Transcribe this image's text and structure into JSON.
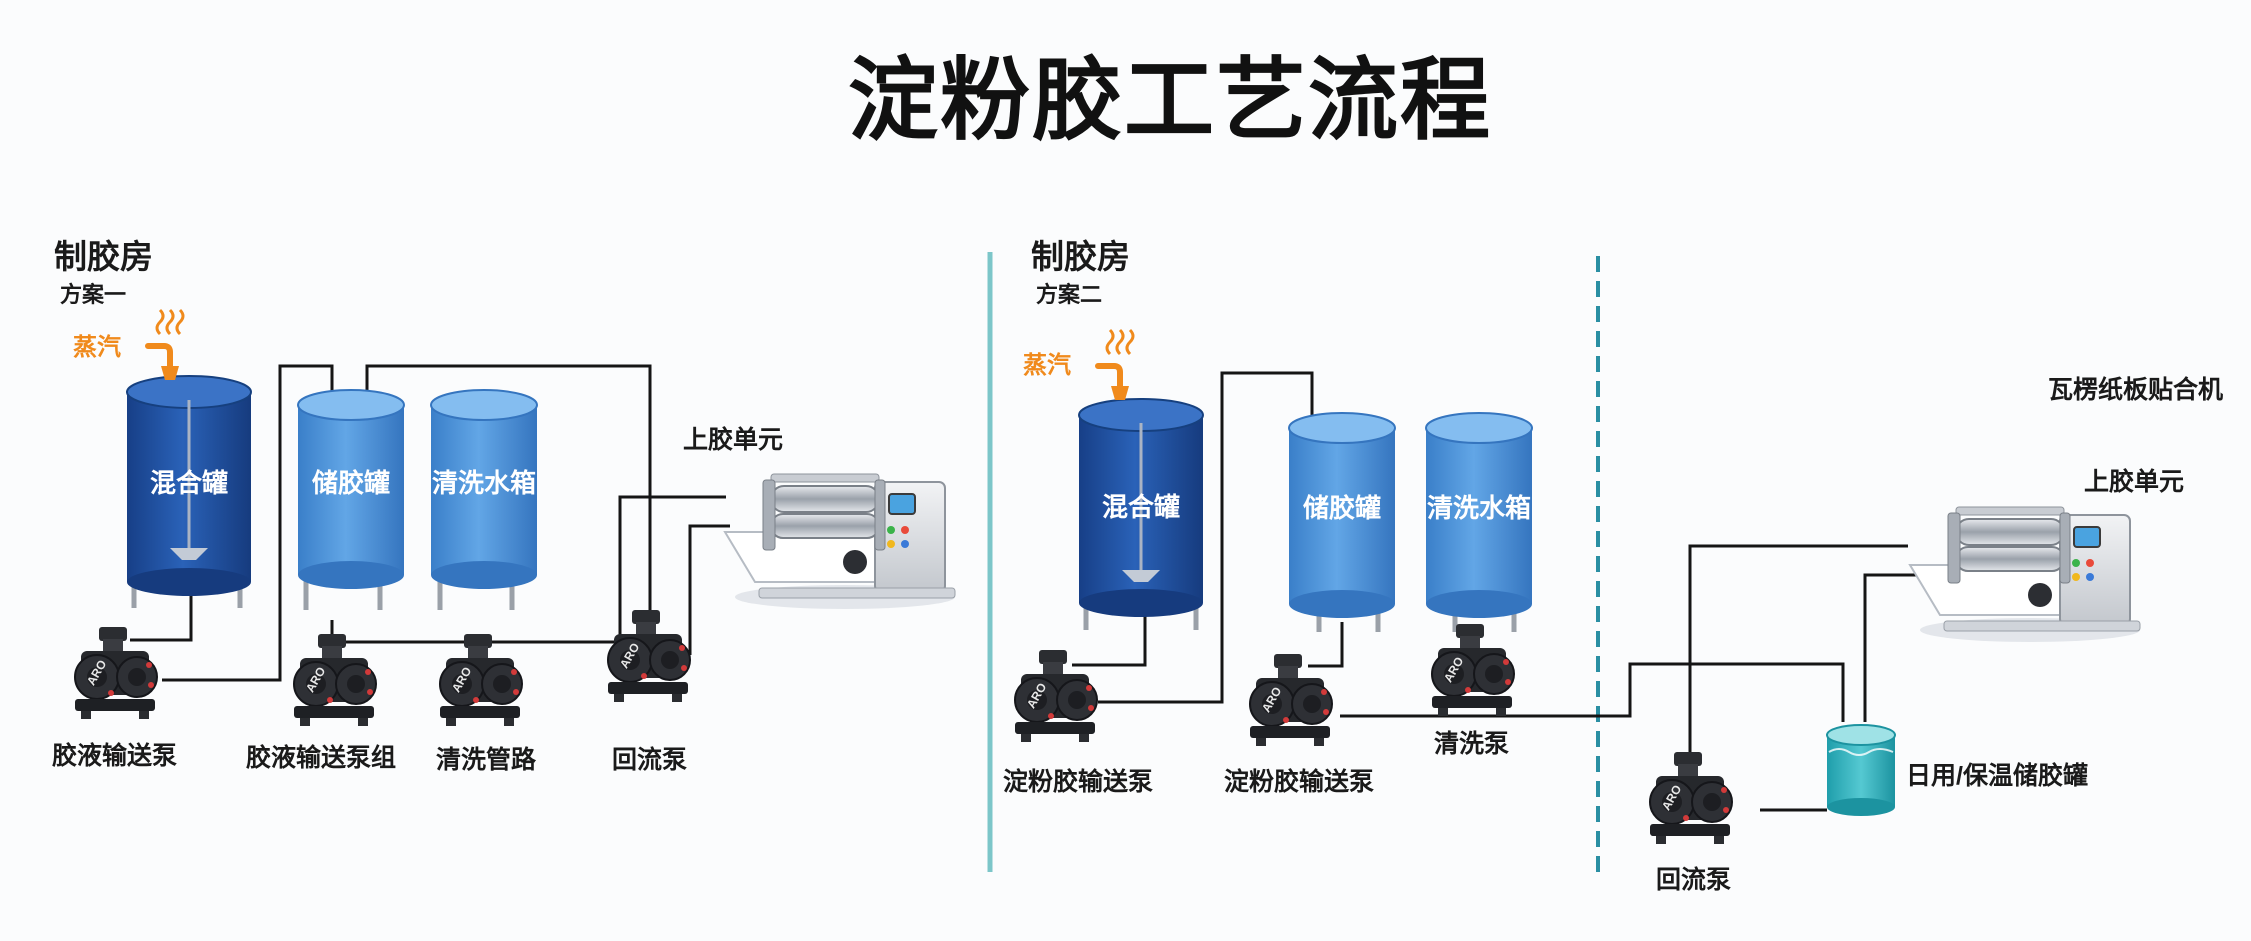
{
  "title": "淀粉胶工艺流程",
  "left": {
    "section": "制胶房",
    "plan": "方案一",
    "steam": "蒸汽",
    "tanks": [
      "混合罐",
      "储胶罐",
      "清洗水箱"
    ],
    "pumps": [
      "胶液输送泵",
      "胶液输送泵组",
      "清洗管路",
      "回流泵"
    ],
    "glue_unit": "上胶单元"
  },
  "right": {
    "section": "制胶房",
    "plan": "方案二",
    "steam": "蒸汽",
    "tanks": [
      "混合罐",
      "储胶罐",
      "清洗水箱"
    ],
    "pumps": [
      "淀粉胶输送泵",
      "淀粉胶输送泵",
      "清洗泵"
    ],
    "machine": "瓦楞纸板贴合机",
    "glue_unit": "上胶单元",
    "return_pump": "回流泵",
    "day_tank": "日用/保温储胶罐"
  },
  "pump_brand": "ARO",
  "colors": {
    "tank_dark": "#1f4fa3",
    "tank_light": "#4d92d8",
    "divider_solid": "#7cc6c9",
    "divider_dashed": "#2a8fa3",
    "steam": "#f08a1c",
    "day_tank": "#33b7c2"
  }
}
